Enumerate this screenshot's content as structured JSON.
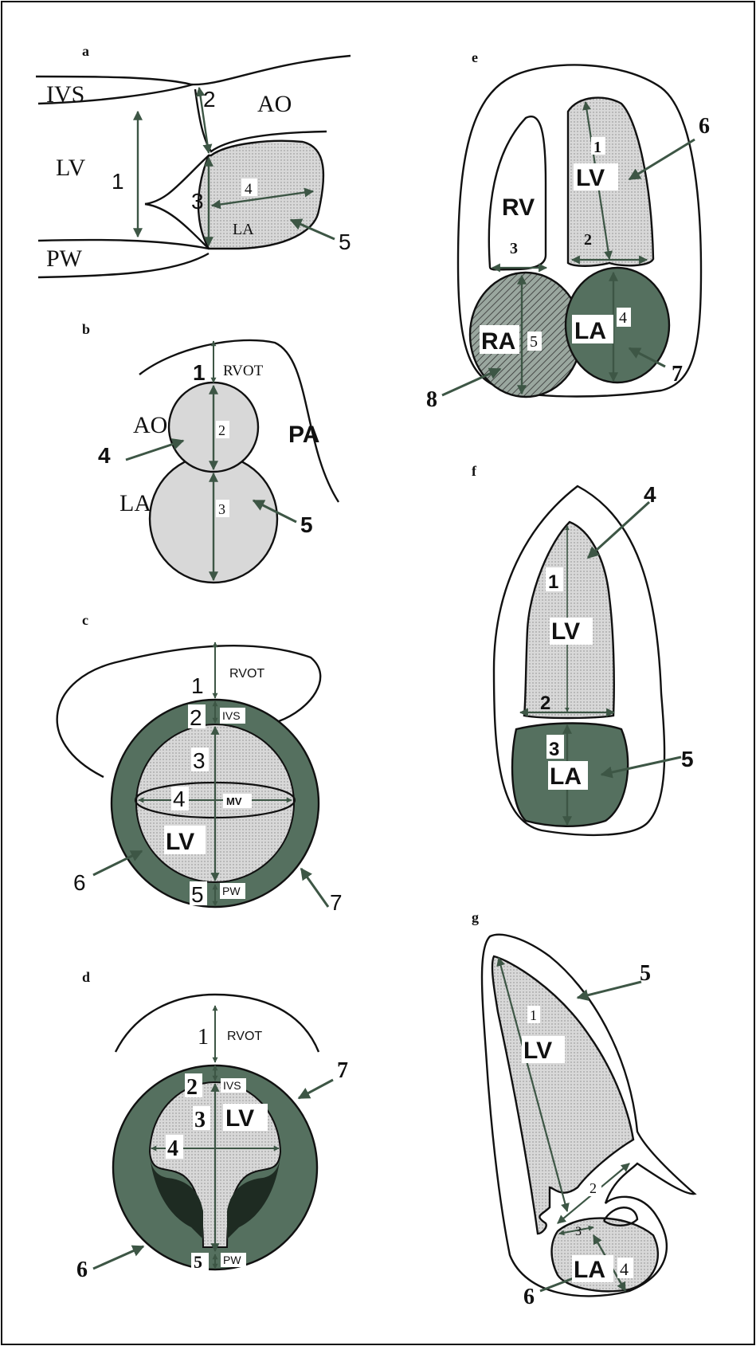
{
  "colors": {
    "light_fill": "#d6d6d6",
    "dark_fill": "#55705f",
    "arrow": "#3d5645",
    "line": "#111111"
  },
  "panels": {
    "a": {
      "letter": "a",
      "labels": {
        "ivs": "IVS",
        "lv": "LV",
        "ao": "AO",
        "la": "LA",
        "pw": "PW"
      },
      "numbers": [
        "1",
        "2",
        "3",
        "4",
        "5"
      ]
    },
    "b": {
      "letter": "b",
      "labels": {
        "rvot": "RVOT",
        "ao": "AO",
        "pa": "PA",
        "la": "LA"
      },
      "numbers": [
        "1",
        "2",
        "3",
        "4",
        "5"
      ]
    },
    "c": {
      "letter": "c",
      "labels": {
        "rvot": "RVOT",
        "ivs": "IVS",
        "mv": "MV",
        "lv": "LV",
        "pw": "PW"
      },
      "numbers": [
        "1",
        "2",
        "3",
        "4",
        "5",
        "6",
        "7"
      ]
    },
    "d": {
      "letter": "d",
      "labels": {
        "rvot": "RVOT",
        "ivs": "IVS",
        "lv": "LV",
        "pw": "PW"
      },
      "numbers": [
        "1",
        "2",
        "3",
        "4",
        "5",
        "6",
        "7"
      ]
    },
    "e": {
      "letter": "e",
      "labels": {
        "rv": "RV",
        "lv": "LV",
        "ra": "RA",
        "la": "LA"
      },
      "numbers": [
        "1",
        "2",
        "3",
        "4",
        "5",
        "6",
        "7",
        "8"
      ]
    },
    "f": {
      "letter": "f",
      "labels": {
        "lv": "LV",
        "la": "LA"
      },
      "numbers": [
        "1",
        "2",
        "3",
        "4",
        "5"
      ]
    },
    "g": {
      "letter": "g",
      "labels": {
        "lv": "LV",
        "la": "LA"
      },
      "numbers": [
        "1",
        "2",
        "3",
        "4",
        "5",
        "6"
      ]
    }
  }
}
